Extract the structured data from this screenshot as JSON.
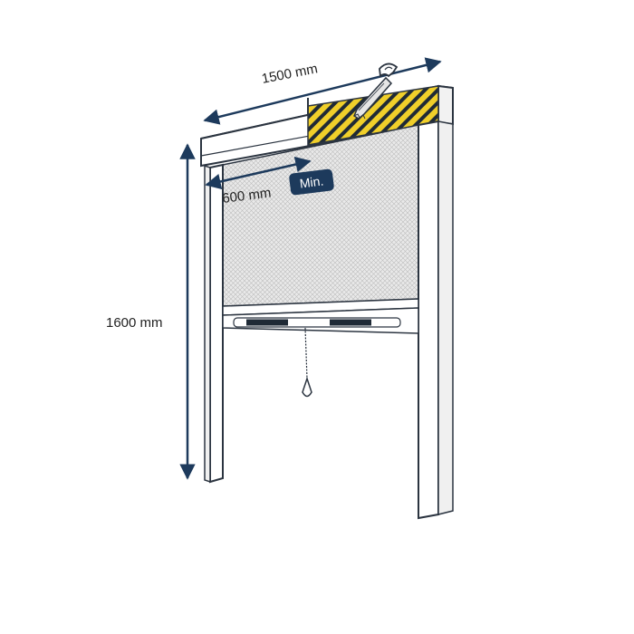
{
  "labels": {
    "width_top": "1500 mm",
    "width_min": "600 mm",
    "min_badge": "Min.",
    "height_left": "1600 mm"
  },
  "colors": {
    "navy": "#1d3a5c",
    "outline": "#2b3440",
    "cut_zone": "#f0cf2a",
    "mesh": "#e4e4e4",
    "frame": "#ffffff"
  },
  "icons": {
    "saw": "hand-saw-icon",
    "cord": "pull-cord-icon"
  }
}
